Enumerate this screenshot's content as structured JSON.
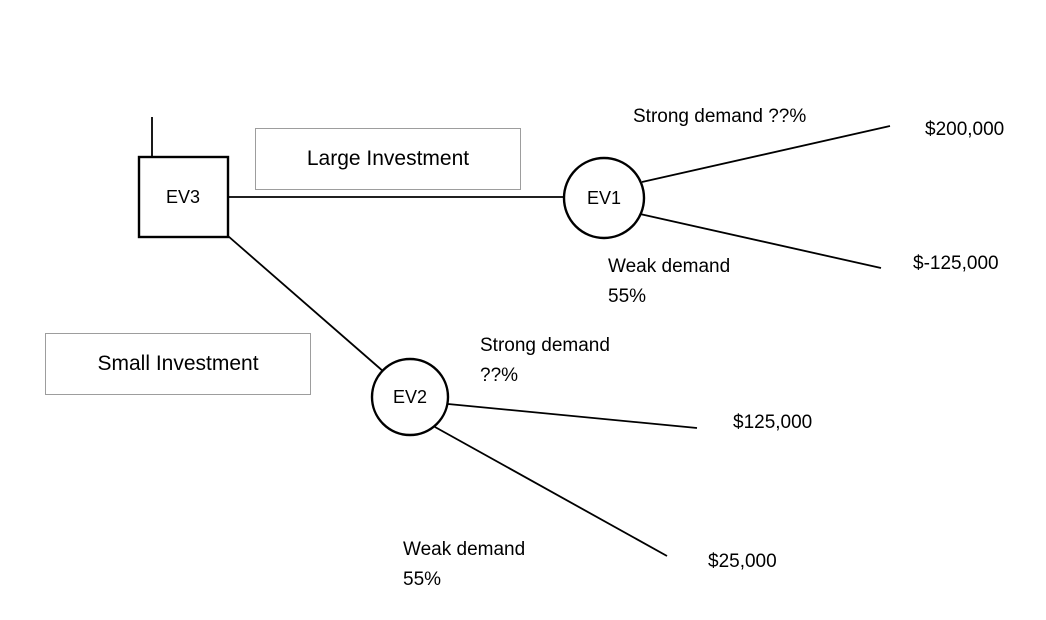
{
  "tree": {
    "root": {
      "label": "EV3"
    },
    "branches": [
      {
        "action_label": "Large Investment",
        "chance_node": "EV1",
        "outcomes": [
          {
            "label": "Strong demand ??%",
            "payoff": "$200,000"
          },
          {
            "label": "Weak demand\n55%",
            "payoff": "$-125,000"
          }
        ]
      },
      {
        "action_label": "Small Investment",
        "chance_node": "EV2",
        "outcomes": [
          {
            "label": "Strong demand\n??%",
            "payoff": "$125,000"
          },
          {
            "label": "Weak demand\n55%",
            "payoff": "$25,000"
          }
        ]
      }
    ]
  },
  "colors": {
    "line": "#000000",
    "action_box_border": "#9d9d9d",
    "background": "#ffffff"
  }
}
